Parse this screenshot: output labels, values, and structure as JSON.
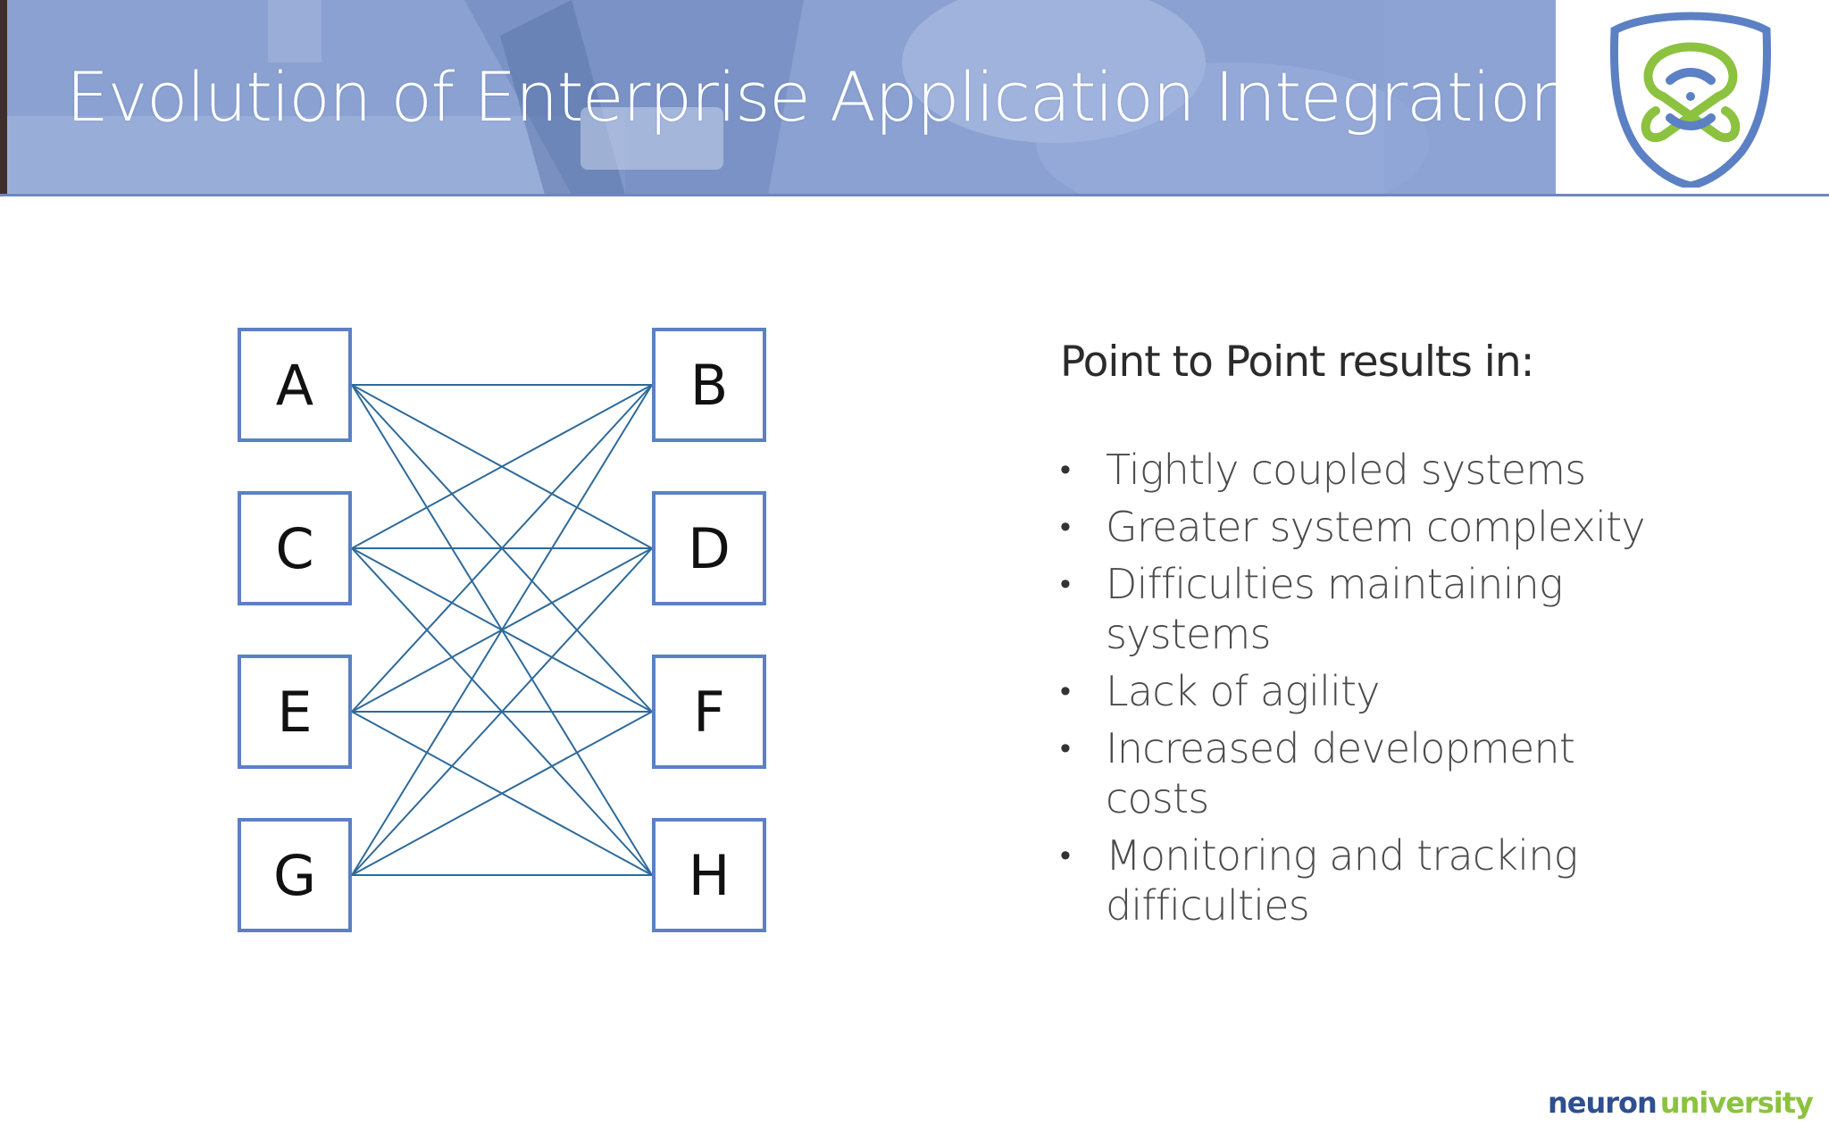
{
  "header": {
    "title": "Evolution of Enterprise Application Integration",
    "logo_icon": "neuron-shield-logo-icon"
  },
  "diagram": {
    "left_nodes": [
      "A",
      "C",
      "E",
      "G"
    ],
    "right_nodes": [
      "B",
      "D",
      "F",
      "H"
    ],
    "connections": "every left node connected to every right node",
    "line_color": "#2e6a9a",
    "node_border_color": "#5c80c4"
  },
  "results": {
    "heading": "Point to Point results in:",
    "items": [
      "Tightly coupled systems",
      "Greater system complexity",
      "Difficulties maintaining systems",
      "Lack of agility",
      "Increased development costs",
      "Monitoring and tracking difficulties"
    ]
  },
  "footer": {
    "brand_left": "neuron",
    "brand_right": "university",
    "brand_icon": "neuron-knot-icon"
  },
  "colors": {
    "banner": "#7f98cc",
    "brand_blue": "#2f4f8f",
    "brand_green": "#8cc23f"
  }
}
